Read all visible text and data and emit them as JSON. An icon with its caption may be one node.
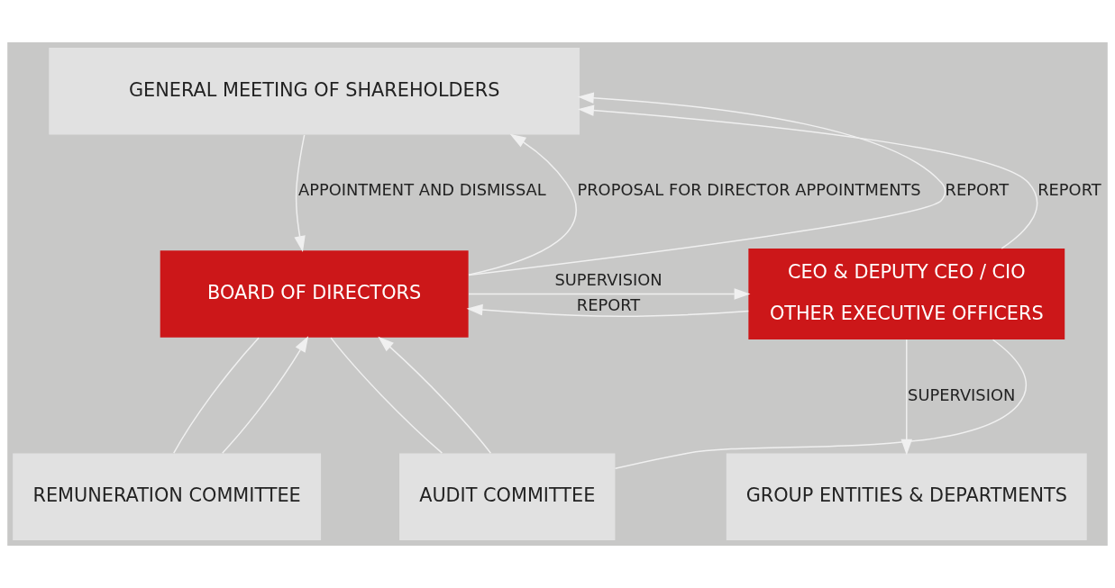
{
  "diagram": {
    "nodes": [
      {
        "text": [
          "GENERAL MEETING OF SHAREHOLDERS"
        ]
      },
      {
        "text": [
          "BOARD OF DIRECTORS"
        ]
      },
      {
        "text": [
          "CEO & DEPUTY CEO / CIO",
          "OTHER EXECUTIVE OFFICERS"
        ]
      },
      {
        "text": [
          "REMUNERATION COMMITTEE"
        ]
      },
      {
        "text": [
          "AUDIT COMMITTEE"
        ]
      },
      {
        "text": [
          "GROUP ENTITIES & DEPARTMENTS"
        ]
      }
    ],
    "edges": [
      {
        "from": 1,
        "to": 0,
        "arrow": "to",
        "label": "PROPOSAL FOR DIRECTOR APPOINTMENTS"
      },
      {
        "from": 0,
        "to": 1,
        "arrow": "to",
        "label": "APPOINTMENT AND DISMISSAL"
      },
      {
        "from": 1,
        "to": 0,
        "arrow": "to",
        "label": "REPORT"
      },
      {
        "from": 2,
        "to": 0,
        "arrow": "to",
        "label": "REPORT"
      },
      {
        "from": 2,
        "to": 1,
        "arrow": "to",
        "label": "REPORT"
      },
      {
        "from": 1,
        "to": 2,
        "arrow": "to",
        "label": "SUPERVISION"
      },
      {
        "from": 1,
        "to": 3,
        "arrow": "none"
      },
      {
        "from": 1,
        "to": 4,
        "arrow": "none"
      },
      {
        "from": 3,
        "to": 1,
        "arrow": "to"
      },
      {
        "from": 4,
        "to": 1,
        "arrow": "to"
      },
      {
        "from": 4,
        "to": 2,
        "arrow": "none"
      },
      {
        "from": 2,
        "to": 5,
        "arrow": "to",
        "label": "SUPERVISION"
      }
    ]
  }
}
